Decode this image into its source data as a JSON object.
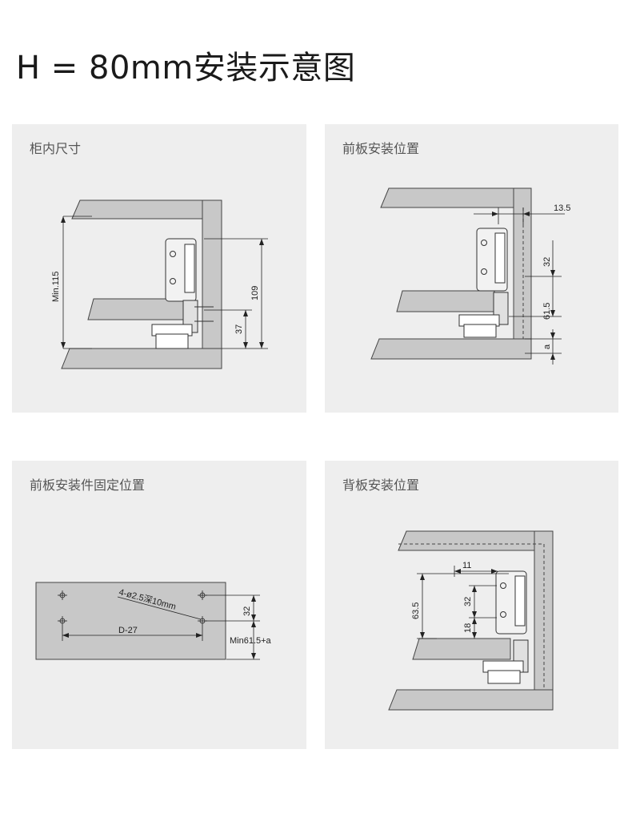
{
  "title": "H = 80mm安装示意图",
  "panels": [
    {
      "label": "柜内尺寸",
      "dims": {
        "min_height": "Min.115",
        "h109": "109",
        "h37": "37"
      }
    },
    {
      "label": "前板安装位置",
      "dims": {
        "d13_5": "13.5",
        "d32": "32",
        "d61_5": "61.5",
        "da": "a"
      }
    },
    {
      "label": "前板安装件固定位置",
      "dims": {
        "holes": "4-ø2.5深10mm",
        "d27": "D-27",
        "d32": "32",
        "min": "Min61.5+a"
      }
    },
    {
      "label": "背板安装位置",
      "dims": {
        "d11": "11",
        "d63_5": "63.5",
        "d32": "32",
        "d18": "18"
      }
    }
  ],
  "colors": {
    "panel_bg": "#eeeeee",
    "board": "#c8c8c8",
    "board_stroke": "#444444",
    "line": "#222222"
  }
}
